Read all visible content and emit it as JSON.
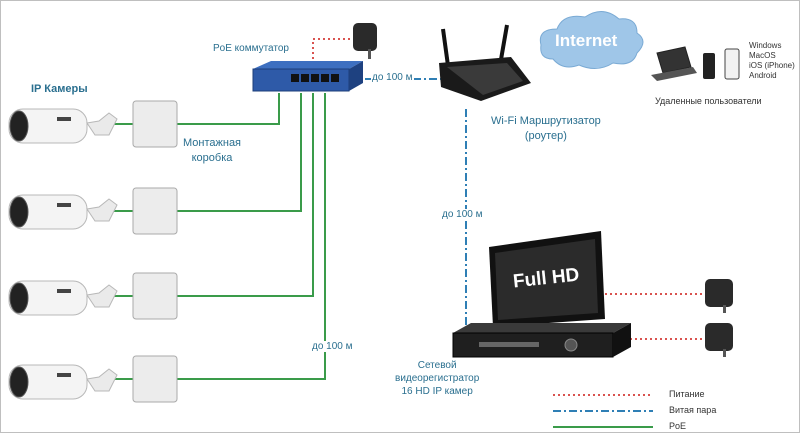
{
  "labels": {
    "ip_cameras": "IP Камеры",
    "poe_switch": "PoE коммутатор",
    "junction_box": "Монтажная\nкоробка",
    "wifi_router": "Wi-Fi Маршрутизатор\n(роутер)",
    "internet": "Internet",
    "remote_users": "Удаленные пользователи",
    "nvr": "Сетевой\nвидеорегистратор\n16 HD IP камер",
    "monitor_screen": "Full HD"
  },
  "os_list": [
    "Windows",
    "MacOS",
    "iOS (iPhone)",
    "Android"
  ],
  "distances": {
    "switch_router": "до 100 м",
    "router_nvr": "до 100 м",
    "cameras_switch": "до 100 м"
  },
  "legend": [
    {
      "label": "Питание",
      "color": "#d9534f",
      "style": "dotted"
    },
    {
      "label": "Витая пара",
      "color": "#2f7fb5",
      "style": "dashdot"
    },
    {
      "label": "PoE",
      "color": "#3a9b4a",
      "style": "solid"
    }
  ],
  "colors": {
    "poe": "#3a9b4a",
    "twisted_pair": "#2f7fb5",
    "power": "#d9534f",
    "label_text": "#2a6f8f",
    "cloud": "#9fc6e8"
  }
}
